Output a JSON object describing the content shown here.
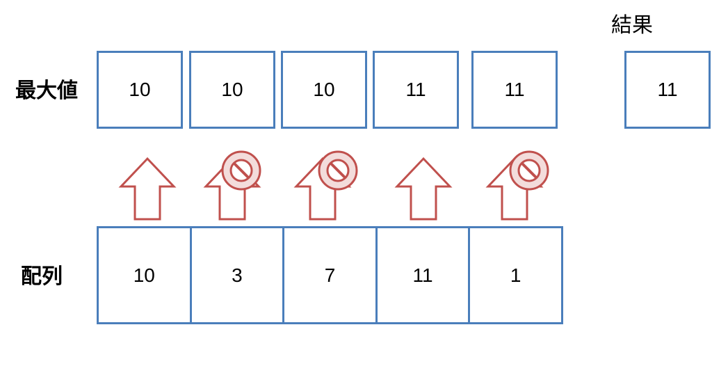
{
  "labels": {
    "max_row": "最大値",
    "array_row": "配列",
    "result": "結果"
  },
  "max_values": [
    "10",
    "10",
    "10",
    "11",
    "11"
  ],
  "result_value": "11",
  "array_values": [
    "10",
    "3",
    "7",
    "11",
    "1"
  ],
  "steps": [
    {
      "arrow": "up-arrow-icon",
      "blocked": false
    },
    {
      "arrow": "up-arrow-icon",
      "blocked": true
    },
    {
      "arrow": "up-arrow-icon",
      "blocked": true
    },
    {
      "arrow": "up-arrow-icon",
      "blocked": false
    },
    {
      "arrow": "up-arrow-icon",
      "blocked": true
    }
  ],
  "colors": {
    "box_border": "#4a7ebb",
    "arrow": "#c0504d"
  }
}
